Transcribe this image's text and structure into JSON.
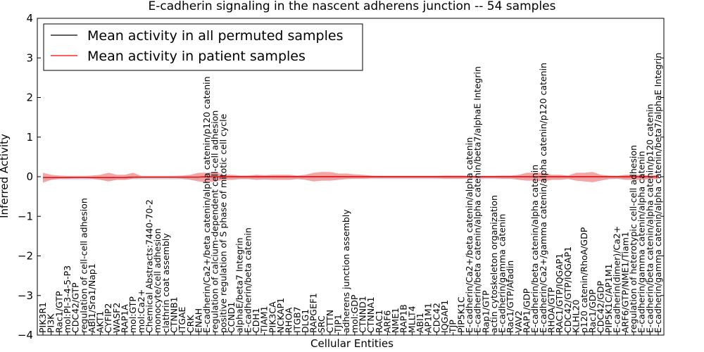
{
  "chart_data": {
    "type": "line",
    "title": "E-cadherin signaling in the nascent adherens junction -- 54 samples",
    "xlabel": "Cellular Entities",
    "ylabel": "Inferred Activity",
    "ylim": [
      -4,
      4
    ],
    "yticks": [
      "4",
      "3",
      "2",
      "1",
      "0",
      "−1",
      "−2",
      "−3",
      "−4"
    ],
    "legend": {
      "placement": "top-left"
    },
    "categories": [
      "PIK3R1",
      "PI3K",
      "Rac1/GTP",
      "mol:PI-3-4-5-P3",
      "CDC42/GTP",
      "regulation of cell-cell adhesion",
      "ABI1/Sra1/Nap1",
      "AKT1",
      "CYFIP2",
      "WASF2",
      "RAP1A",
      "mol:GTP",
      "mol:Ca2+",
      "Chemical Abstracts:7440-70-2",
      "monocyte/cell adhesion",
      "clathrin coat assembly",
      "CTNNB1",
      "ITGAE",
      "CRK",
      "ENAH",
      "E-cadherin/Ca2+/beta catenin/alpha catenin/p120 catenin",
      "regulation of calcium-dependent cell-cell adhesion",
      "positive regulation of S phase of mitotic cell cycle",
      "CCND1",
      "alphaE/beta7 Integrin",
      "E-cadherin/beta catenin",
      "CDH1",
      "TIAM1",
      "PIK3CA",
      "NCKAP1",
      "RHOA",
      "ITGB7",
      "DLG1",
      "RAPGEF1",
      "SRC",
      "CTTN",
      "TJP1",
      "adherens junction assembly",
      "mol:GDP",
      "CTNND1",
      "CTNNA1",
      "RAC1",
      "ARF6",
      "NME1",
      "RAP1B",
      "MLLT4",
      "ABI1",
      "AP1M1",
      "CDC42",
      "IQGAP1",
      "TJP",
      "PIP5K1C",
      "E-cadherin/Ca2+/beta catenin/alpha catenin",
      "E-cadherin/beta catenin/alpha catenin/beta7/alphaE Integrin",
      "Rap1/GTP",
      "actin cytoskeleton organization",
      "E-cadherin/gamma catenin",
      "Rac1/GTP/Afadin",
      "VAV2",
      "RAP1/GDP",
      "E-cadherin/beta catenin/alpha catenin",
      "E-cadherin/Ca2+/gamma catenin/alpha catenin/p120 catenin",
      "RHOA/GTP",
      "RAC1/GTP/IQGAP1",
      "CDC42/GTP/IQGAP1",
      "KLHL20",
      "p120 catenin/RhoA/GDP",
      "Rac1/GDP",
      "CDC42/GDP",
      "PIP5K1C/AP1M1",
      "E-cadherin(dimer)/Ca2+",
      "ARF6/GTP/NME1/Tiam1",
      "regulation of heterotypic cell-cell adhesion",
      "E-cadherin/gamma catenin/alpha catenin",
      "E-cadherin/beta catenin/alpha catenin/p120 catenin",
      "E-cadherin/gamma catenin/alpha catenin/beta7/alphaE Integrin"
    ],
    "series": [
      {
        "name": "Mean activity in all permuted samples",
        "color": "#000000",
        "values": [
          -0.02,
          -0.02,
          -0.02,
          -0.02,
          -0.02,
          -0.02,
          -0.02,
          -0.02,
          -0.02,
          -0.02,
          -0.02,
          -0.01,
          -0.01,
          -0.01,
          -0.01,
          -0.01,
          -0.01,
          -0.01,
          -0.01,
          -0.01,
          0,
          0,
          0,
          0,
          0,
          0,
          0,
          0,
          0,
          0,
          0,
          0,
          0,
          0,
          0,
          0,
          0,
          0,
          0,
          0,
          0,
          0,
          0,
          0,
          0,
          0,
          0,
          0,
          0,
          0,
          0,
          0,
          0,
          0,
          0,
          0,
          0,
          0,
          0,
          0,
          0,
          0,
          0,
          0,
          0,
          0,
          0,
          0,
          0,
          0,
          0,
          0,
          0,
          0,
          0,
          0
        ]
      },
      {
        "name": "Mean activity in patient samples",
        "color": "#ff0000",
        "band_color": "#f08080",
        "values": [
          -0.02,
          -0.02,
          -0.02,
          -0.02,
          -0.02,
          -0.02,
          -0.02,
          -0.02,
          -0.02,
          -0.02,
          -0.02,
          -0.01,
          -0.01,
          -0.01,
          -0.01,
          -0.01,
          -0.01,
          -0.01,
          -0.01,
          -0.01,
          0,
          0,
          0,
          0,
          0,
          0,
          0,
          0,
          0,
          0,
          0,
          0,
          0,
          0,
          0,
          0,
          0,
          0,
          0,
          0,
          0,
          0,
          0,
          0,
          0,
          0,
          0,
          0,
          0,
          0,
          0,
          0,
          0,
          0,
          0,
          0,
          0,
          0,
          0,
          0,
          0,
          0,
          0,
          0,
          0,
          0,
          0,
          0,
          0,
          0,
          0,
          0,
          0,
          0,
          0,
          0
        ],
        "band_upper": [
          0.1,
          0.05,
          0.03,
          0.02,
          0.02,
          0.02,
          0.03,
          0.05,
          0.1,
          0.05,
          0.05,
          0.1,
          0.02,
          0.02,
          0.02,
          0.02,
          0.02,
          0.03,
          0.05,
          0.1,
          0.1,
          0.12,
          0.05,
          0.05,
          0.03,
          0.03,
          0.05,
          0.04,
          0.05,
          0.05,
          0.05,
          0.03,
          0.05,
          0.1,
          0.12,
          0.12,
          0.08,
          0.08,
          0.06,
          0.05,
          0.03,
          0.02,
          0.02,
          0.02,
          0.02,
          0.02,
          0.02,
          0.02,
          0.02,
          0.03,
          0.03,
          0.03,
          0.02,
          0.02,
          0.02,
          0.02,
          0.03,
          0.03,
          0.05,
          0.1,
          0.1,
          0.1,
          0.05,
          0.05,
          0.03,
          0.1,
          0.1,
          0.12,
          0.05,
          0.03,
          0.02,
          0.05,
          0.05,
          0.05,
          0.03,
          0.05
        ],
        "band_lower": [
          -0.15,
          -0.08,
          -0.05,
          -0.05,
          -0.04,
          -0.04,
          -0.05,
          -0.08,
          -0.12,
          -0.08,
          -0.08,
          -0.05,
          -0.04,
          -0.04,
          -0.04,
          -0.04,
          -0.04,
          -0.05,
          -0.08,
          -0.12,
          -0.14,
          -0.12,
          -0.08,
          -0.08,
          -0.06,
          -0.06,
          -0.08,
          -0.07,
          -0.08,
          -0.08,
          -0.08,
          -0.06,
          -0.08,
          -0.12,
          -0.1,
          -0.1,
          -0.08,
          -0.06,
          -0.05,
          -0.05,
          -0.04,
          -0.04,
          -0.04,
          -0.04,
          -0.04,
          -0.04,
          -0.04,
          -0.04,
          -0.04,
          -0.05,
          -0.05,
          -0.05,
          -0.04,
          -0.04,
          -0.04,
          -0.04,
          -0.05,
          -0.05,
          -0.08,
          -0.1,
          -0.1,
          -0.12,
          -0.08,
          -0.08,
          -0.06,
          -0.1,
          -0.12,
          -0.14,
          -0.1,
          -0.06,
          -0.05,
          -0.08,
          -0.08,
          -0.08,
          -0.06,
          -0.06
        ]
      }
    ]
  }
}
